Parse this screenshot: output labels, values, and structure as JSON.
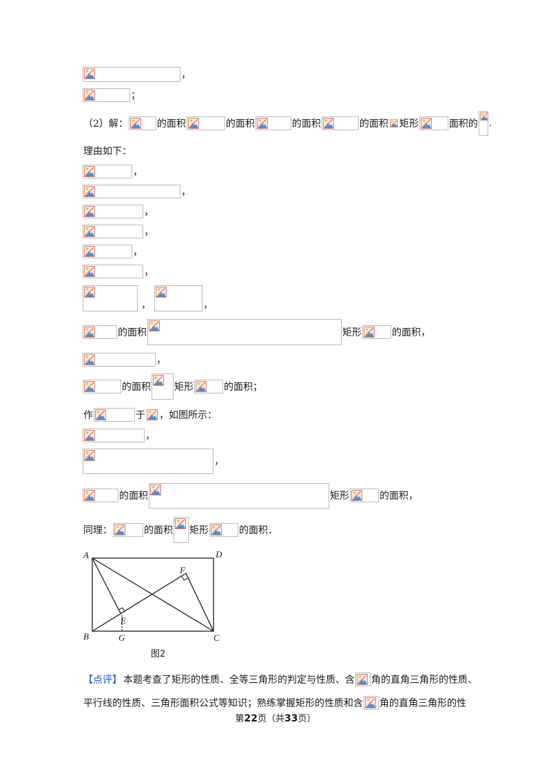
{
  "sym": {
    "comma": "，",
    "semicolon": "；",
    "period": "."
  },
  "l3": {
    "prefix": "（2）解：",
    "de_mianji": "的面积",
    "juxing": "矩形",
    "mianji_de": "面积的"
  },
  "l4": {
    "text": "理由如下："
  },
  "common": {
    "de_mianji": "的面积",
    "juxing": "矩形",
    "de_mianji_end": "的面积，",
    "de_mianji_semi": "的面积；",
    "de_mianji_period": "的面积．"
  },
  "l15": {
    "zuo": "作",
    "yu": "于",
    "rest": "，如图所示："
  },
  "l19": {
    "prefix": "同理："
  },
  "figure": {
    "vertices": [
      "A",
      "B",
      "C",
      "D",
      "E",
      "F",
      "G"
    ],
    "caption": "图2"
  },
  "comment": {
    "tag": "【点评】",
    "line1_a": "本题考查了矩形的性质、全等三角形的判定与性质、含",
    "line1_b": "角的直角三角形的性质、",
    "line2_a": "平行线的性质、三角形面积公式等知识；熟练掌握矩形的性质和含",
    "line2_b": "角的直角三角形的性"
  },
  "footer": {
    "pre": "第",
    "page": "22",
    "mid": "页（共",
    "total": "33",
    "post": "页）"
  }
}
